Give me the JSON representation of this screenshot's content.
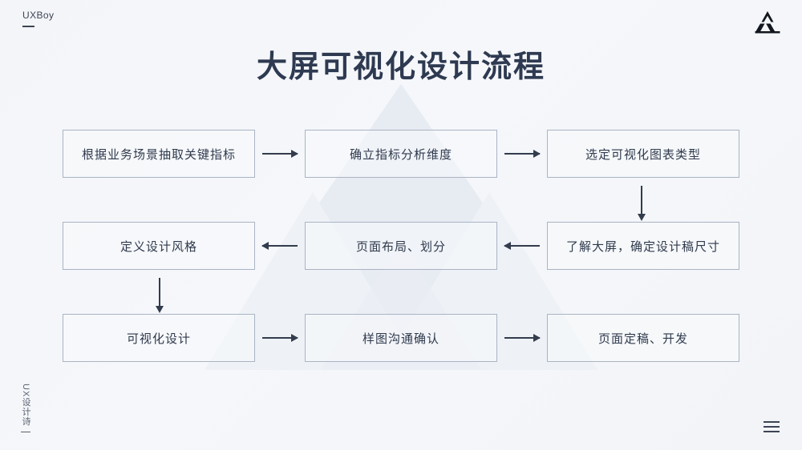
{
  "brand": {
    "name": "UXBoy",
    "logo_icon": "triangle-trio-icon"
  },
  "header": {
    "title": "大屏可视化设计流程"
  },
  "flow": {
    "rows": [
      {
        "nodes": [
          {
            "label": "根据业务场景抽取关键指标"
          },
          {
            "label": "确立指标分析维度"
          },
          {
            "label": "选定可视化图表类型"
          }
        ],
        "connectors": [
          "arrow-right",
          "arrow-right"
        ]
      },
      {
        "nodes": [
          {
            "label": "定义设计风格"
          },
          {
            "label": "页面布局、划分"
          },
          {
            "label": "了解大屏，确定设计稿尺寸"
          }
        ],
        "connectors": [
          "arrow-left",
          "arrow-left"
        ]
      },
      {
        "nodes": [
          {
            "label": "可视化设计"
          },
          {
            "label": "样图沟通确认"
          },
          {
            "label": "页面定稿、开发"
          }
        ],
        "connectors": [
          "arrow-right",
          "arrow-right"
        ]
      }
    ],
    "vertical_connectors": [
      {
        "name": "arrow-down-right-column"
      },
      {
        "name": "arrow-down-left-column"
      }
    ]
  },
  "footer": {
    "side_label": "UX设计诗",
    "menu_icon": "hamburger-menu-icon"
  },
  "colors": {
    "background": "#f4f6f9",
    "title": "#2e3a51",
    "node_border": "#aab4c4",
    "node_text": "#2f3a4d",
    "arrow": "#323c4c",
    "watermark": "#e7ebf1"
  }
}
